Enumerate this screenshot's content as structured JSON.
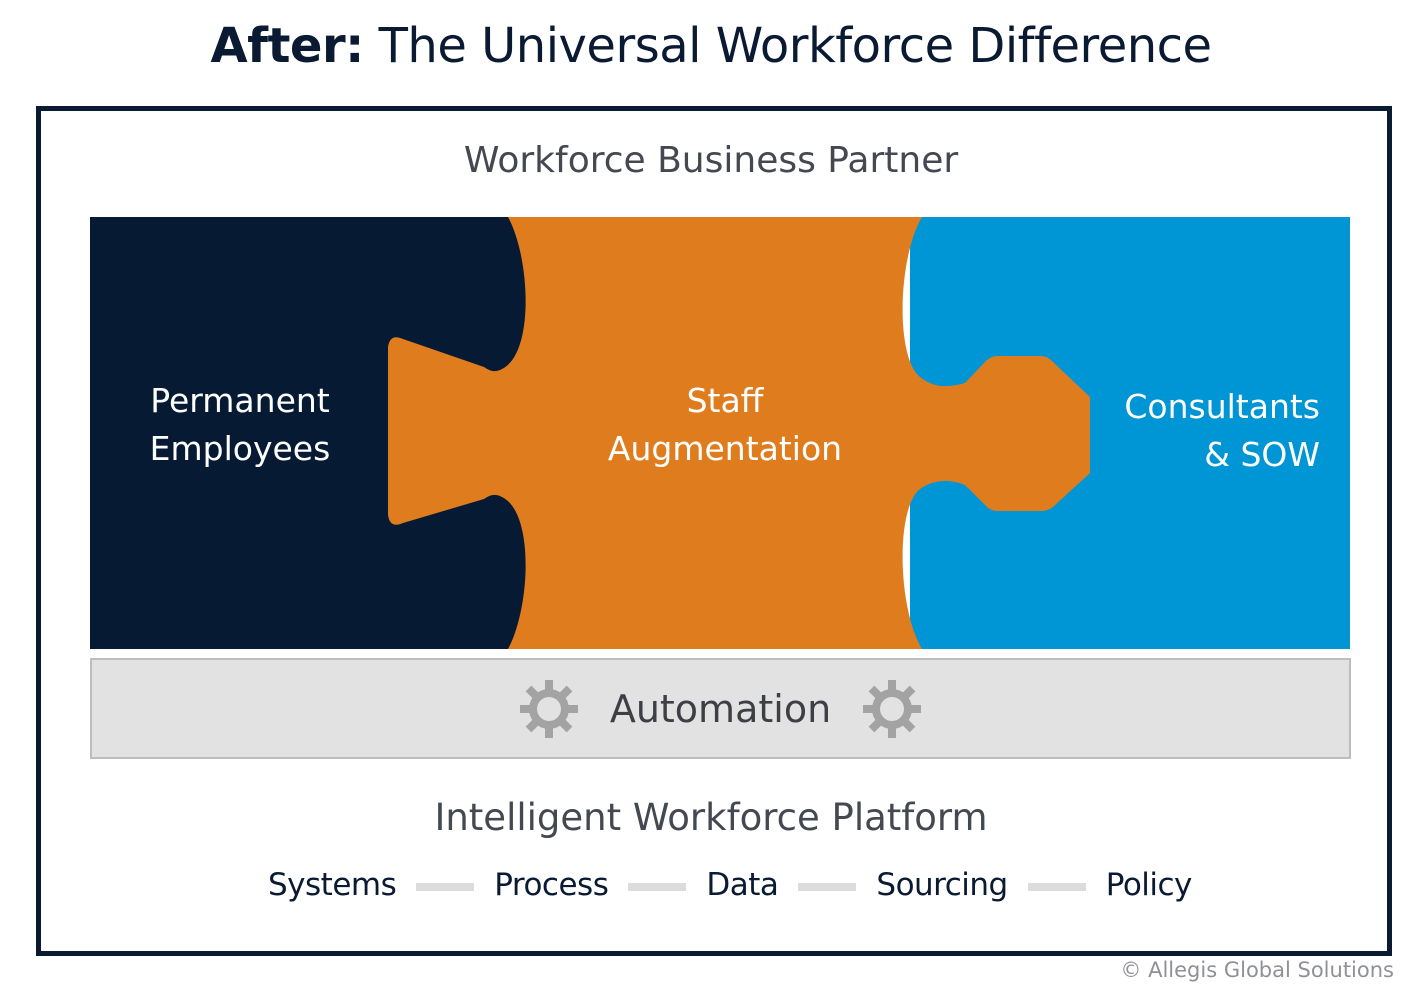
{
  "header": {
    "title_lead": "After:",
    "title_rest": " The Universal Workforce Difference"
  },
  "diagram": {
    "top_label": "Workforce Business Partner",
    "pieces": [
      {
        "id": "permanent",
        "line1": "Permanent",
        "line2": "Employees",
        "color": "#061a33"
      },
      {
        "id": "staff",
        "line1": "Staff",
        "line2": "Augmentation",
        "color": "#df7d1e"
      },
      {
        "id": "consultants",
        "line1": "Consultants",
        "line2": "& SOW",
        "color": "#0095d4"
      }
    ],
    "automation": {
      "label": "Automation",
      "icon": "gear-icon",
      "icon_color": "#a3a3a3",
      "bg_color": "#e2e2e2"
    },
    "platform_label": "Intelligent Workforce Platform",
    "pillars": [
      "Systems",
      "Process",
      "Data",
      "Sourcing",
      "Policy"
    ]
  },
  "footer": {
    "copyright": "© Allegis Global Solutions"
  }
}
